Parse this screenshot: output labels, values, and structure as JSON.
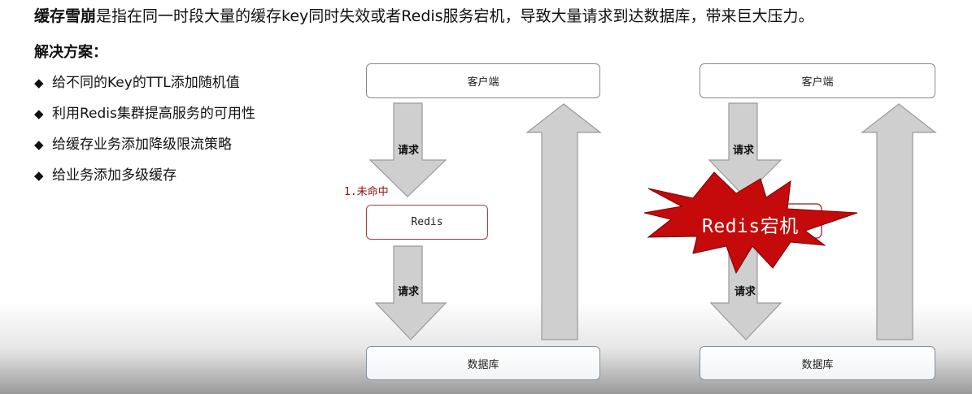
{
  "headline": {
    "term": "缓存雪崩",
    "rest": "是指在同一时段大量的缓存key同时失效或者Redis服务宕机，导致大量请求到达数据库，带来巨大压力。"
  },
  "solution_title": "解决方案：",
  "bullets": [
    "给不同的Key的TTL添加随机值",
    "利用Redis集群提高服务的可用性",
    "给缓存业务添加降级限流策略",
    "给业务添加多级缓存"
  ],
  "bullet_glyph": "◆",
  "left_diagram": {
    "client": "客户端",
    "request_top": "请求",
    "miss": "1.未命中",
    "redis": "Redis",
    "request_bottom": "请求",
    "database": "数据库"
  },
  "right_diagram": {
    "client": "客户端",
    "request_top": "请求",
    "crash": "Redis宕机",
    "request_bottom": "请求",
    "database": "数据库"
  },
  "colors": {
    "arrow_fill": "#cfcfcf",
    "arrow_stroke": "#9a9a9a",
    "burst_fill": "#c40a0a",
    "miss_text": "#8b1010"
  }
}
